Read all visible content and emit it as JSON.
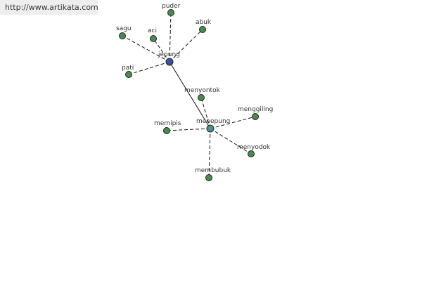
{
  "header": {
    "url": "http://www.artikata.com"
  },
  "colors": {
    "leaf_node": "#4a8a4a",
    "hub_primary": "#3a4fa0",
    "hub_secondary": "#4a9090",
    "edge": "#111111"
  },
  "graph": {
    "nodes": [
      {
        "id": "jepung",
        "label": "jepung",
        "kind": "hub_primary"
      },
      {
        "id": "menepung",
        "label": "menepung",
        "kind": "hub_secondary"
      },
      {
        "id": "puder",
        "label": "puder",
        "kind": "leaf"
      },
      {
        "id": "abuk",
        "label": "abuk",
        "kind": "leaf"
      },
      {
        "id": "sagu",
        "label": "sagu",
        "kind": "leaf"
      },
      {
        "id": "aci",
        "label": "aci",
        "kind": "leaf"
      },
      {
        "id": "pati",
        "label": "pati",
        "kind": "leaf"
      },
      {
        "id": "menyontok",
        "label": "menyontok",
        "kind": "leaf"
      },
      {
        "id": "menggiling",
        "label": "menggiling",
        "kind": "leaf"
      },
      {
        "id": "memipis",
        "label": "memipis",
        "kind": "leaf"
      },
      {
        "id": "menyodok",
        "label": "menyodok",
        "kind": "leaf"
      },
      {
        "id": "membubuk",
        "label": "membubuk",
        "kind": "leaf"
      }
    ],
    "edges": [
      {
        "from": "jepung",
        "to": "puder",
        "style": "dashed"
      },
      {
        "from": "jepung",
        "to": "abuk",
        "style": "dashed"
      },
      {
        "from": "jepung",
        "to": "sagu",
        "style": "dashed"
      },
      {
        "from": "jepung",
        "to": "aci",
        "style": "dashed"
      },
      {
        "from": "jepung",
        "to": "pati",
        "style": "dashed"
      },
      {
        "from": "jepung",
        "to": "menepung",
        "style": "solid"
      },
      {
        "from": "menepung",
        "to": "menyontok",
        "style": "dashed"
      },
      {
        "from": "menepung",
        "to": "menggiling",
        "style": "dashed"
      },
      {
        "from": "menepung",
        "to": "memipis",
        "style": "dashed"
      },
      {
        "from": "menepung",
        "to": "menyodok",
        "style": "dashed"
      },
      {
        "from": "menepung",
        "to": "membubuk",
        "style": "dashed"
      }
    ]
  }
}
